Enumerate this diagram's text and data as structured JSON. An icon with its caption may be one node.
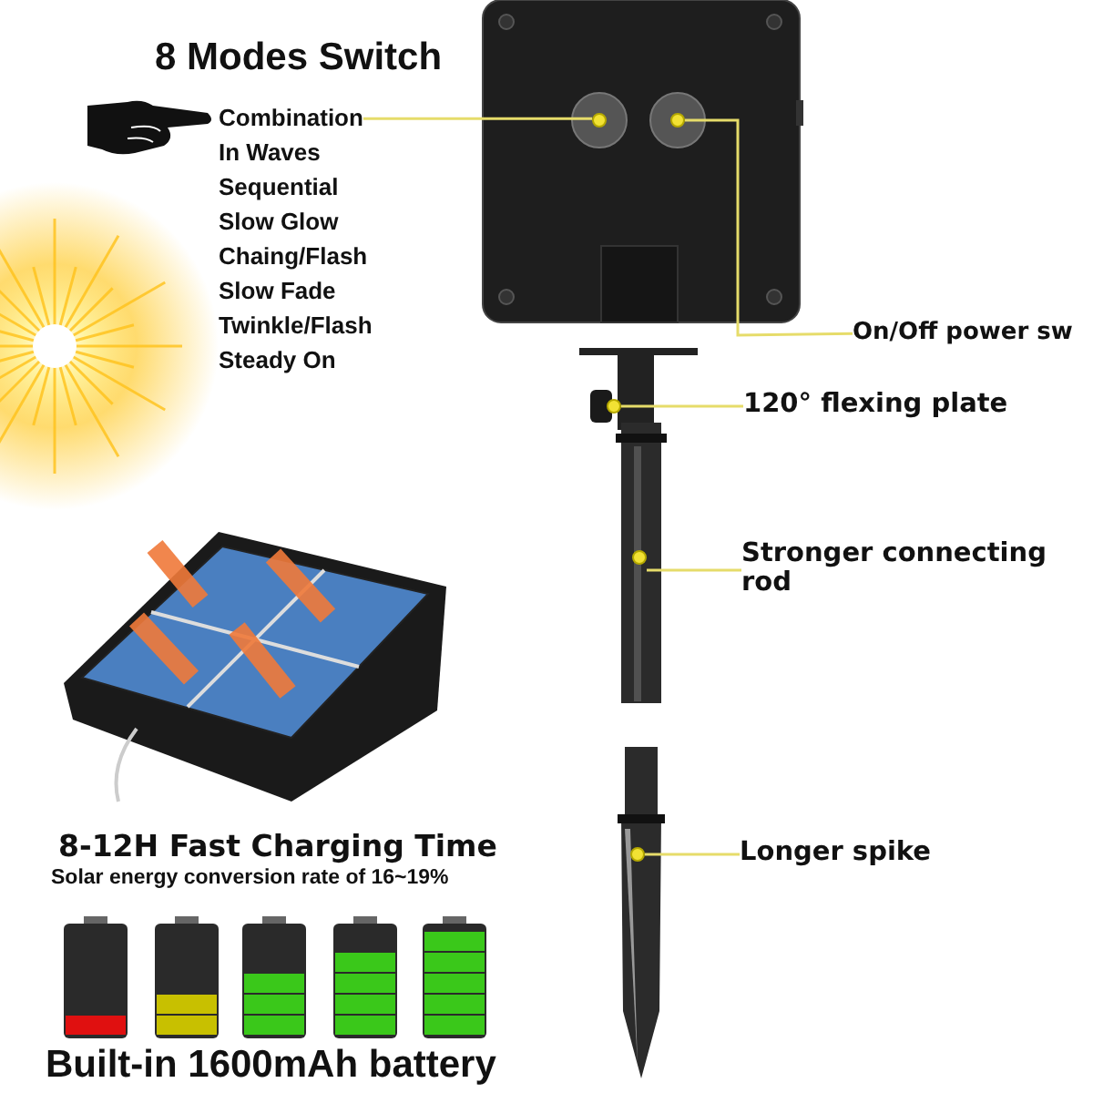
{
  "diagram": {
    "title": "8 Modes Switch",
    "nodes": [
      {
        "text": [
          "Combination"
        ]
      },
      {
        "text": [],
        "shape": "circle"
      },
      {
        "text": [],
        "shape": "circle"
      },
      {
        "text": [
          "On/Off power sw"
        ]
      },
      {
        "text": [
          "120° flexing plate"
        ]
      },
      {
        "text": [],
        "shape": "circle"
      },
      {
        "text": [
          "Stronger connecting rod"
        ]
      },
      {
        "text": [],
        "shape": "circle"
      },
      {
        "text": [
          "Longer spike"
        ]
      },
      {
        "text": [],
        "shape": "circle"
      }
    ],
    "edges": [
      {
        "from": 0,
        "to": 1,
        "arrow": "none"
      },
      {
        "from": 3,
        "to": 2,
        "arrow": "none"
      },
      {
        "from": 4,
        "to": 5,
        "arrow": "none"
      },
      {
        "from": 6,
        "to": 7,
        "arrow": "none"
      },
      {
        "from": 8,
        "to": 9,
        "arrow": "none"
      }
    ],
    "labels": [
      "In Waves",
      "Sequential",
      "Slow Glow",
      "Chaing/Flash",
      "Slow Fade",
      "Twinkle/Flash",
      "Steady On",
      "8-12H Fast Charging Time",
      "Solar energy conversion rate of 16~19%",
      "Built-in 1600mAh battery"
    ]
  }
}
